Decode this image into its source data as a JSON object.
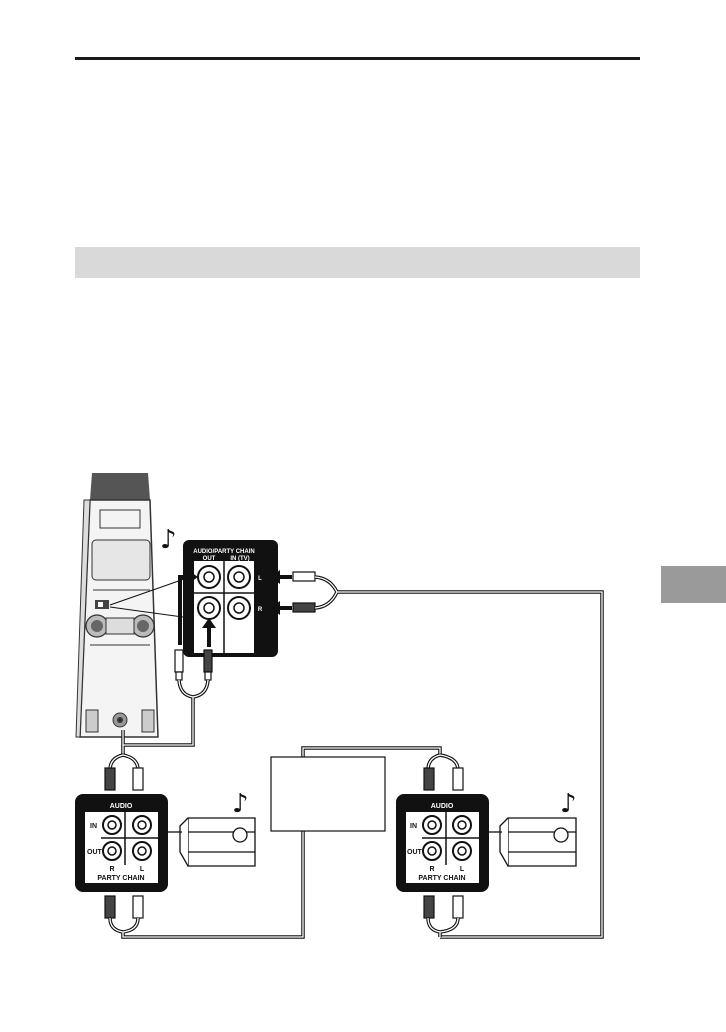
{
  "main_unit_panel": {
    "header_line1": "AUDIO/PARTY CHAIN",
    "header_out": "OUT",
    "header_in": "IN (TV)",
    "ch_left": "L",
    "ch_right": "R"
  },
  "audio_panel_left": {
    "title": "AUDIO",
    "row_in": "IN",
    "row_out": "OUT",
    "ch_right": "R",
    "ch_left": "L",
    "footer": "PARTY CHAIN"
  },
  "audio_panel_right": {
    "title": "AUDIO",
    "row_in": "IN",
    "row_out": "OUT",
    "ch_right": "R",
    "ch_left": "L",
    "footer": "PARTY CHAIN"
  },
  "note_symbol": "♪",
  "colors": {
    "rule": "#1a1a1a",
    "band": "#d9d9d9",
    "side_tab": "#9a9a9a",
    "panel": "#111111"
  }
}
